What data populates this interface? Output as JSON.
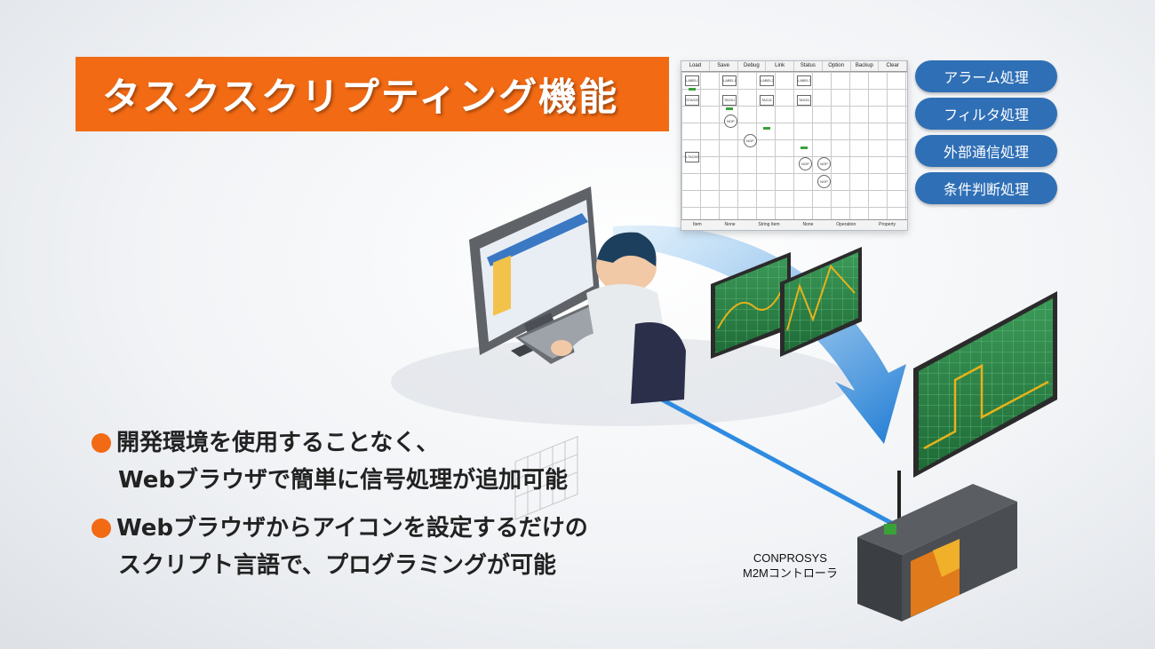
{
  "title": "タスクスクリプティング機能",
  "editor": {
    "menu": [
      "Load",
      "Save",
      "Debug",
      "Link",
      "Status",
      "Option",
      "Backup",
      "Clear"
    ],
    "status": [
      "Item",
      "None",
      "String Item",
      "None",
      "Operation",
      "Property"
    ],
    "nodes": [
      "LABEL0",
      "LABEL1",
      "LABEL2",
      "LABEL3",
      "STAG00",
      "TAG01",
      "TAG11",
      "TAG01",
      "NOP",
      "NOP",
      "LTAG00",
      "NOP",
      "NOP",
      "NOP"
    ]
  },
  "pills": [
    "アラーム処理",
    "フィルタ処理",
    "外部通信処理",
    "条件判断処理"
  ],
  "bullets": [
    [
      "開発環境を使用することなく、",
      "Webブラウザで簡単に信号処理が追加可能"
    ],
    [
      "Webブラウザからアイコンを設定するだけの",
      "スクリプト言語で、プログラミングが可能"
    ]
  ],
  "device": {
    "line1": "CONPROSYS",
    "line2": "M2Mコントローラ"
  },
  "colors": {
    "accent": "#f26a13",
    "pill": "#2f6fb6",
    "arrow": "#2a84d6",
    "scope": "#2c8a4a",
    "trace": "#e8b21a"
  }
}
